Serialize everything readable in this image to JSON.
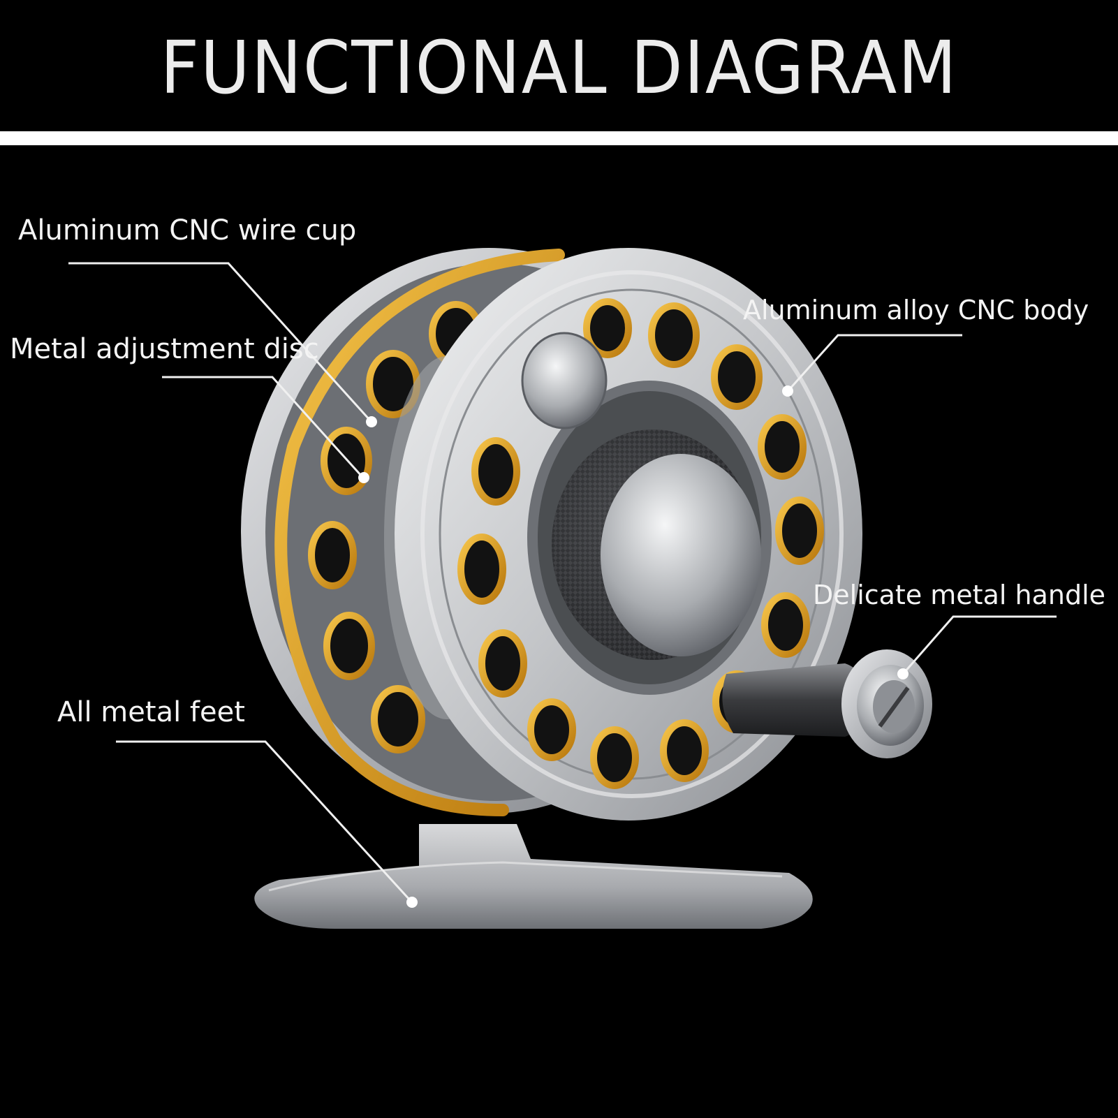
{
  "header": {
    "title": "FUNCTIONAL DIAGRAM"
  },
  "callouts": [
    {
      "id": "wire-cup",
      "label": "Aluminum CNC wire cup"
    },
    {
      "id": "adjustment-disc",
      "label": "Metal adjustment disc"
    },
    {
      "id": "body",
      "label": "Aluminum alloy CNC body"
    },
    {
      "id": "handle",
      "label": "Delicate metal handle"
    },
    {
      "id": "feet",
      "label": "All metal feet"
    }
  ],
  "colors": {
    "background": "#000000",
    "text": "#f4f4f4",
    "divider": "#ffffff",
    "reel_silver": "#c8c9cc",
    "reel_gold": "#e2a21c"
  }
}
